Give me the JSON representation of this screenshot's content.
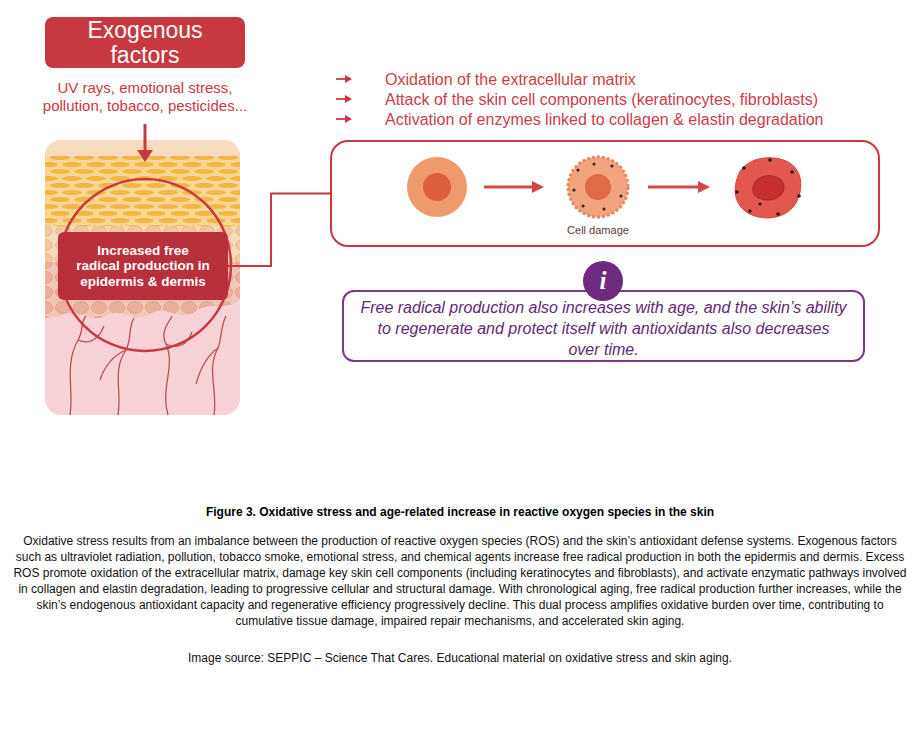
{
  "diagram": {
    "title": "Figure 3. Oxidative stress and age-related increase in reactive oxygen species in the skin",
    "caption": "Oxidative stress results from an imbalance between the production of reactive oxygen species (ROS) and the skin’s antioxidant defense systems. Exogenous factors such as ultraviolet radiation, pollution, tobacco smoke, emotional stress, and chemical agents increase free radical production in both the epidermis and dermis. Excess ROS promote oxidation of the extracellular matrix, damage key skin cell components (including keratinocytes and fibroblasts), and activate enzymatic pathways involved in collagen and elastin degradation, leading to progressive cellular and structural damage. With chronological aging, free radical production further increases, while the skin’s endogenous antioxidant capacity and regenerative efficiency progressively decline. This dual process amplifies oxidative burden over time, contributing to cumulative tissue damage, impaired repair mechanisms, and accelerated skin aging.",
    "nodes": [
      {
        "text": [
          "Exogenous factors"
        ]
      },
      {
        "text": [
          "Increased free radical production in epidermis & dermis"
        ]
      },
      {
        "text": [
          "Cell damage"
        ]
      },
      {
        "text": [
          "i"
        ]
      },
      {
        "text": [
          "Free radical production also increases with age, and the skin’s ability to regenerate and protect itself with antioxidants also decreases over time."
        ]
      }
    ],
    "edges": [
      {
        "from": 1,
        "to": 2,
        "arrow": "none"
      }
    ],
    "labels": [
      "UV rays, emotional stress, pollution, tobacco, pesticides...",
      "Oxidation of the extracellular matrix",
      "Attack of the skin cell components (keratinocytes, fibroblasts)",
      "Activation of enzymes linked to collagen & elastin degradation",
      "Image source: SEPPIC – Science That Cares. Educational material on oxidative stress and skin aging."
    ]
  }
}
